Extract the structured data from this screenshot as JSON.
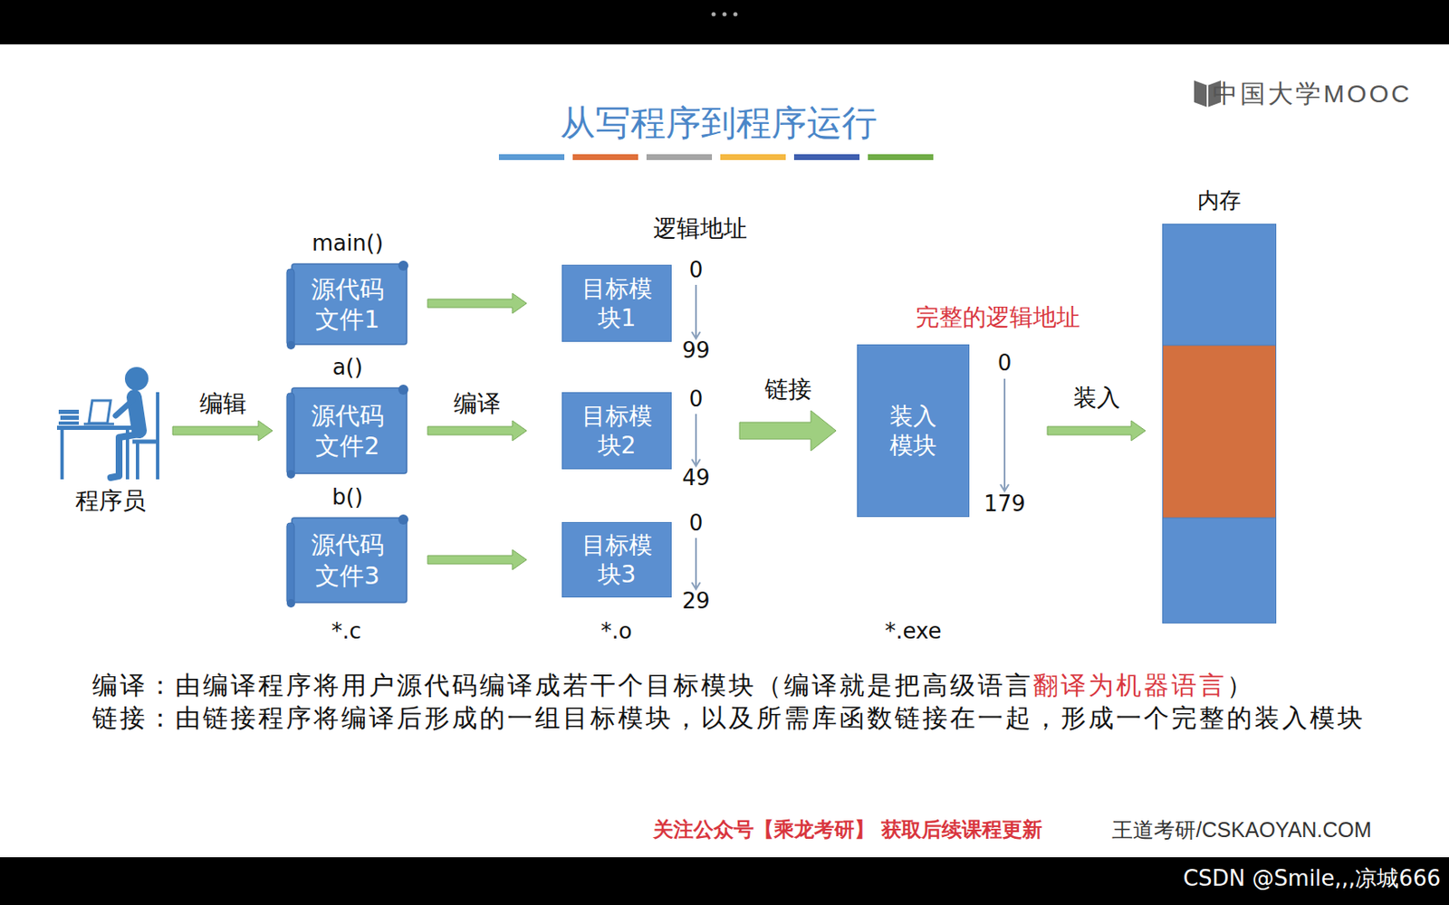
{
  "diagram": {
    "title": "从写程序到程序运行",
    "nodes": [
      {
        "text": [
          "程序员"
        ]
      },
      {
        "text": [
          "main()",
          "源代码 文件1"
        ]
      },
      {
        "text": [
          "a()",
          "源代码 文件2"
        ]
      },
      {
        "text": [
          "b()",
          "源代码 文件3"
        ]
      },
      {
        "text": [
          "目标模 块1"
        ]
      },
      {
        "text": [
          "目标模 块2"
        ]
      },
      {
        "text": [
          "目标模 块3"
        ]
      },
      {
        "text": [
          "装入 模块"
        ]
      },
      {
        "text": [
          "内存"
        ]
      }
    ],
    "edges": [
      {
        "from": 0,
        "to": 2,
        "label": "编辑",
        "arrow": "to"
      },
      {
        "from": 1,
        "to": 4,
        "arrow": "to"
      },
      {
        "from": 2,
        "to": 5,
        "label": "编译",
        "arrow": "to"
      },
      {
        "from": 3,
        "to": 6,
        "arrow": "to"
      },
      {
        "from": 5,
        "to": 7,
        "label": "链接",
        "arrow": "to"
      },
      {
        "from": 7,
        "to": 8,
        "label": "装入",
        "arrow": "to"
      }
    ],
    "labels": [
      "逻辑地址",
      "0",
      "99",
      "0",
      "49",
      "0",
      "29",
      "完整的逻辑地址",
      "0",
      "179",
      "*.c",
      "*.o",
      "*.exe",
      "编译：由编译程序将用户源代码编译成若干个目标模块（编译就是把高级语言",
      "翻译为机器语言",
      "）",
      "链接：由链接程序将编译后形成的一组目标模块，以及所需库函数链接在一起，形成一个完整的装入模块",
      "关注公众号【乘龙考研】 获取后续课程更新",
      "王道考研/CSKAOYAN.COM",
      "中国大学MOOC",
      "CSDN @Smile,,,凉城666"
    ]
  }
}
